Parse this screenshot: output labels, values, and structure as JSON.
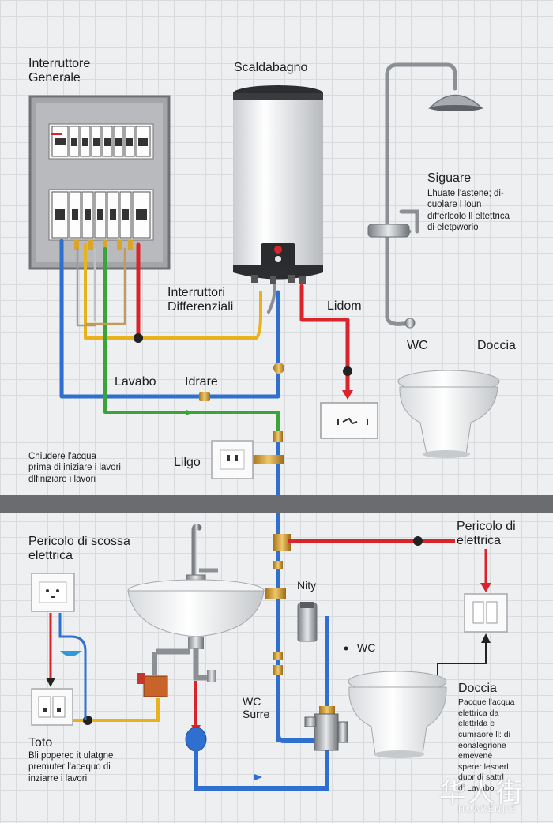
{
  "labels": {
    "main_switch": "Interruttore\nGenerale",
    "water_heater": "Scaldabagno",
    "signal_title": "Siguare",
    "signal_text": "Lhuate l'astene; di-\ncuolare l loun\ndifferlcolo ll eltettrica\ndi eletpworio",
    "differential_switches": "Interruttori\nDifferenziali",
    "lidom": "Lidom",
    "wc_top": "WC",
    "doccia_top": "Doccia",
    "lavabo": "Lavabo",
    "idrare": "Idrare",
    "shut_water": "Chiudere l'acqua\nprima di iniziare i lavori\ndlfiniziare i lavori",
    "lilgo": "Lilgo",
    "danger_shock": "Pericolo di scossa\nelettrica",
    "danger_right": "Pericolo di\nelettrica",
    "nity": "Nity",
    "wc_mid": "WC",
    "wc_surre": "WC\nSurre",
    "doccia_bottom": "Doccia",
    "doccia_text": "Pacque l'acqua\nelettrica da\nelettrlda e\ncumraore ll: di\neonalegrione\nemevene\nsperer lesoerl\nduor di sattrl\ndi Lavabo",
    "toto": "Toto",
    "toto_text": "Bli poperec it ulatgne\npremuter l'acequo di\ninziarre i lavori"
  },
  "watermark": {
    "logo_glyphs": "华人街",
    "text": "HUARENJIE"
  },
  "colors": {
    "water_cold": "#2f6fd0",
    "water_hot": "#d9242b",
    "gas_yellow": "#e8b21c",
    "ground_green": "#3aa33a",
    "divider": "#6a6c70",
    "panel": "#9a9ca0"
  }
}
